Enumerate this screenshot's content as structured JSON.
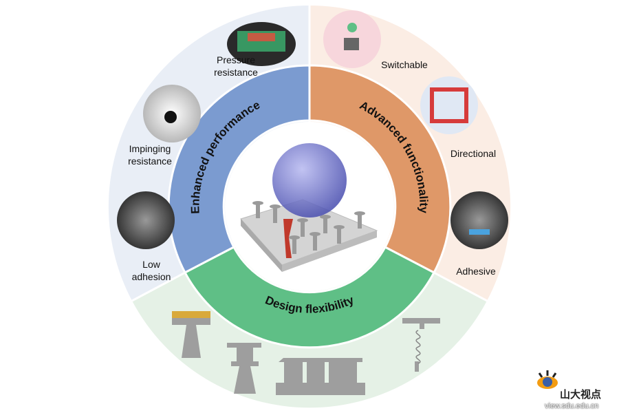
{
  "ring": {
    "enhanced": "Enhanced performance",
    "advanced": "Advanced functionality",
    "design": "Design flexibility"
  },
  "labels": {
    "pressure": [
      "Pressure",
      "resistance"
    ],
    "impinging": [
      "Impinging",
      "resistance"
    ],
    "low_adhesion": [
      "Low",
      "adhesion"
    ],
    "switchable": "Switchable",
    "directional": "Directional",
    "adhesive": "Adhesive"
  },
  "colors": {
    "blue_ring": "#7b9bd0",
    "orange_ring": "#df9868",
    "green_ring": "#5fbf86",
    "left_bg": "#e9eef6",
    "right_bg": "#fbede4",
    "bottom_bg": "#e5f1e6"
  },
  "watermark": {
    "name": "山大视点",
    "url": "view.sdu.edu.cn"
  }
}
